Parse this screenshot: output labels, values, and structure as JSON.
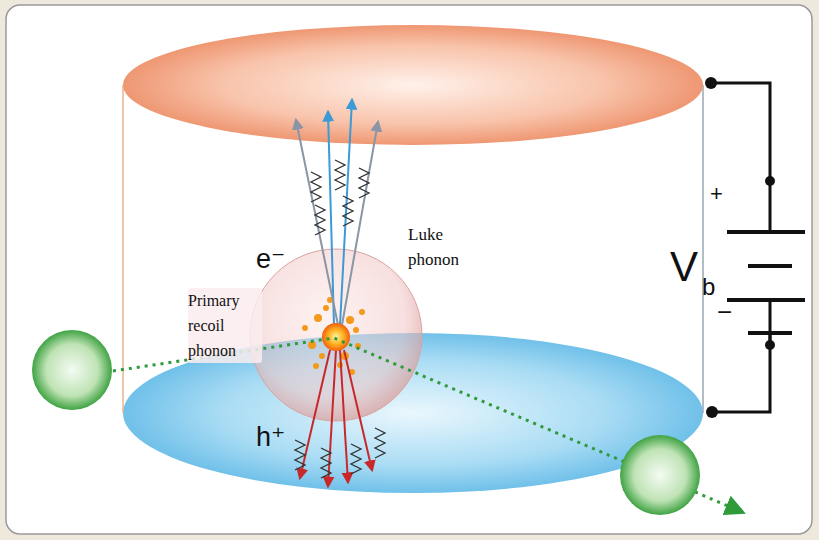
{
  "diagram": {
    "labels": [
      "Luke phonon",
      "e⁻",
      "Primary recoil phonon",
      "h⁺",
      "V",
      "b",
      "+",
      "−"
    ]
  }
}
